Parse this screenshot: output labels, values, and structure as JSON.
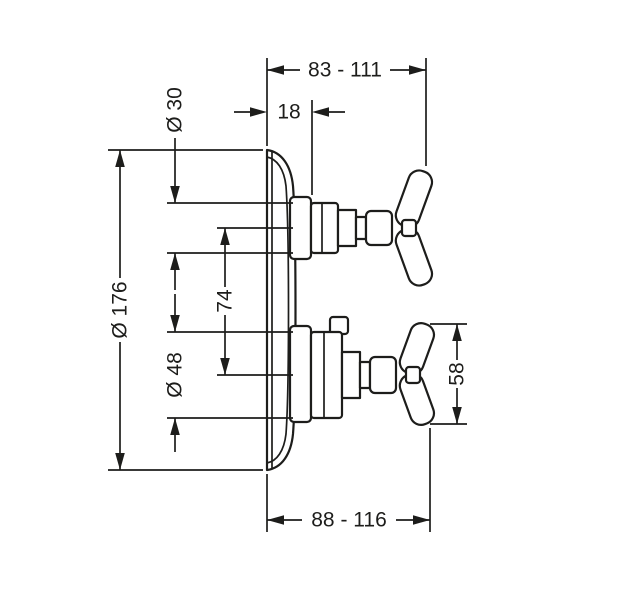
{
  "drawing": {
    "colors": {
      "line": "#1d1d1b",
      "background": "#ffffff"
    },
    "dimensions": {
      "top_width": "83 - 111",
      "plate_projection": "18",
      "top_sleeve_diameter": "Ø 30",
      "plate_diameter": "Ø 176",
      "handle_spacing": "74",
      "bottom_sleeve_diameter": "Ø 48",
      "handle_height": "58",
      "bottom_width": "88 - 116"
    }
  }
}
